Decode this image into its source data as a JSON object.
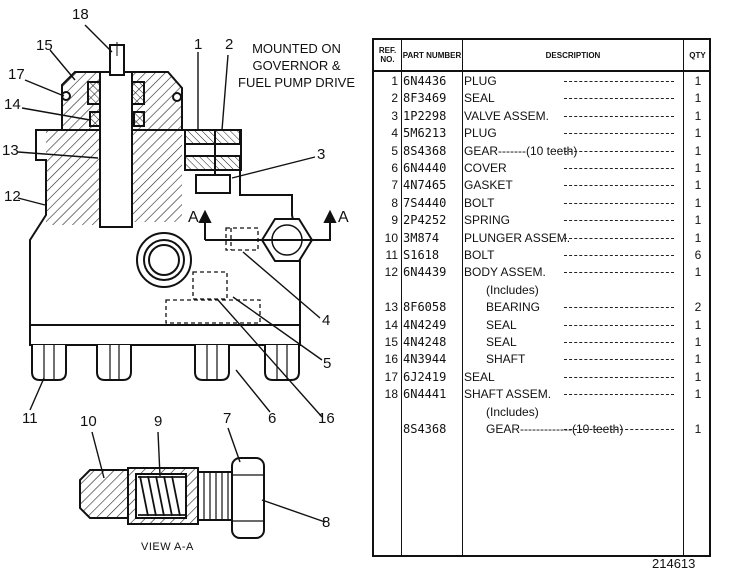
{
  "note": [
    "MOUNTED ON",
    "GOVERNOR &",
    "FUEL PUMP DRIVE"
  ],
  "section_marker": "A",
  "view_label": "VIEW A-A",
  "callouts": [
    "18",
    "15",
    "17",
    "14",
    "13",
    "12",
    "1",
    "2",
    "3",
    "4",
    "5",
    "6",
    "16",
    "11",
    "10",
    "9",
    "7",
    "8"
  ],
  "table": {
    "headers": {
      "ref": "REF. NO.",
      "part": "PART NUMBER",
      "desc": "DESCRIPTION",
      "qty": "QTY"
    },
    "rows": [
      {
        "ref": "1",
        "part": "6N4436",
        "desc": "PLUG",
        "qty": "1"
      },
      {
        "ref": "2",
        "part": "8F3469",
        "desc": "SEAL",
        "qty": "1"
      },
      {
        "ref": "3",
        "part": "1P2298",
        "desc": "VALVE ASSEM.",
        "qty": "1"
      },
      {
        "ref": "4",
        "part": "5M6213",
        "desc": "PLUG",
        "qty": "1"
      },
      {
        "ref": "5",
        "part": "8S4368",
        "desc": "GEAR-------(10 teeth)",
        "qty": "1"
      },
      {
        "ref": "6",
        "part": "6N4440",
        "desc": "COVER",
        "qty": "1"
      },
      {
        "ref": "7",
        "part": "4N7465",
        "desc": "GASKET",
        "qty": "1"
      },
      {
        "ref": "8",
        "part": "7S4440",
        "desc": "BOLT",
        "qty": "1"
      },
      {
        "ref": "9",
        "part": "2P4252",
        "desc": "SPRING",
        "qty": "1"
      },
      {
        "ref": "10",
        "part": "3M874",
        "desc": "PLUNGER ASSEM.",
        "qty": "1"
      },
      {
        "ref": "11",
        "part": "S1618",
        "desc": "BOLT",
        "qty": "6"
      },
      {
        "ref": "12",
        "part": "6N4439",
        "desc": "BODY ASSEM.",
        "qty": "1"
      },
      {
        "ref": "",
        "part": "",
        "desc": "(Includes)",
        "qty": ""
      },
      {
        "ref": "13",
        "part": "8F6058",
        "desc": "BEARING",
        "qty": "2"
      },
      {
        "ref": "14",
        "part": "4N4249",
        "desc": "SEAL",
        "qty": "1"
      },
      {
        "ref": "15",
        "part": "4N4248",
        "desc": "SEAL",
        "qty": "1"
      },
      {
        "ref": "16",
        "part": "4N3944",
        "desc": "SHAFT",
        "qty": "1"
      },
      {
        "ref": "17",
        "part": "6J2419",
        "desc": "SEAL",
        "qty": "1"
      },
      {
        "ref": "18",
        "part": "6N4441",
        "desc": "SHAFT ASSEM.",
        "qty": "1"
      },
      {
        "ref": "",
        "part": "",
        "desc": "(Includes)",
        "qty": ""
      },
      {
        "ref": "",
        "part": "8S4368",
        "desc": "GEAR-------------(10 teeth)",
        "qty": "1"
      }
    ]
  },
  "drawing_number": "214613"
}
